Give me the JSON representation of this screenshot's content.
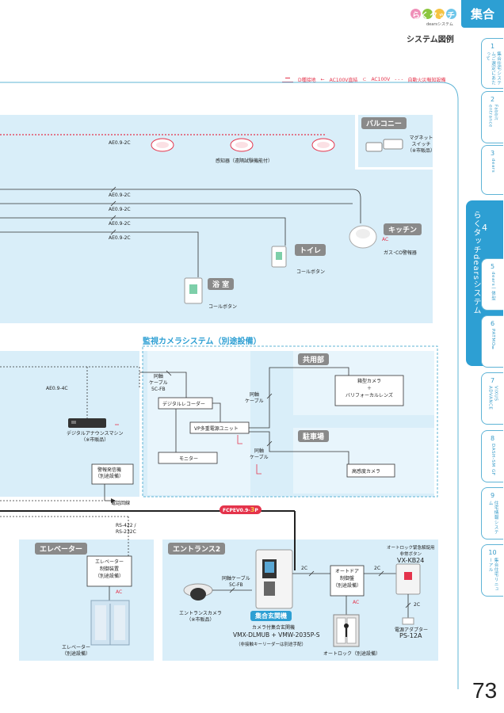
{
  "header": {
    "brand_logo": "らくタッチ",
    "brand_sub": "dearsシステム",
    "section_title": "システム図例",
    "category_tab": "集合"
  },
  "legend": [
    {
      "label": "D種接地",
      "style": "ground",
      "color": "#e4334b"
    },
    {
      "label": "AC100V直結",
      "style": "arrow",
      "color": "#e4334b"
    },
    {
      "label": "AC100V",
      "style": "plug",
      "color": "#e4334b"
    },
    {
      "label": "自動火災報知設備",
      "style": "dashed",
      "color": "#e4334b"
    }
  ],
  "side_tabs": [
    {
      "num": "1",
      "text": "集合住宅システムご選定にあたって",
      "active": false
    },
    {
      "num": "2",
      "text": "Fabbit entrance",
      "active": false
    },
    {
      "num": "3",
      "text": "dears",
      "active": false
    },
    {
      "num": "4",
      "text": "らくタッチdearsシステム",
      "active": true
    },
    {
      "num": "5",
      "text": "dears一体型",
      "active": false
    },
    {
      "num": "6",
      "text": "PATMOⅡ",
      "active": false
    },
    {
      "num": "7",
      "text": "VIXUS ADVANCE",
      "active": false
    },
    {
      "num": "8",
      "text": "DASH-SM GF",
      "active": false
    },
    {
      "num": "9",
      "text": "住宅情報システム",
      "active": false
    },
    {
      "num": "10",
      "text": "集合住宅リニューアル",
      "active": false
    }
  ],
  "zones": {
    "balcony": "バルコニー",
    "kitchen": "キッチン",
    "toilet": "トイレ",
    "bath": "浴 室",
    "camera_system": "監視カメラシステム（別途設備）",
    "common_area": "共用部",
    "parking": "駐車場",
    "elevator": "エレベーター",
    "entrance2": "エントランス2"
  },
  "labels": {
    "ae_top": "AE0.9-2C",
    "ae_1": "AE0.9-2C",
    "ae_2": "AE0.9-2C",
    "ae_3": "AE0.9-2C",
    "ae_4": "AE0.9-2C",
    "ae_4c": "AE0.9-4C",
    "sensor": "感知器（遠隔試験機能付）",
    "magnet_switch": "マグネット\nスイッチ\n（※市販品）",
    "gas_alarm": "ガス･CO警報器",
    "call_button_toilet": "コールボタン",
    "call_button_bath": "コールボタン",
    "ac": "AC",
    "ac_elevator": "AC",
    "ac_door": "AC",
    "coax_cable_top": "同軸\nケーブル\n5C-FB",
    "coax_1": "同軸\nケーブル",
    "coax_2": "同軸\nケーブル",
    "digital_recorder": "デジタルレコーダー",
    "vp_power": "VP多重電源ユニット",
    "monitor": "モニター",
    "box_camera": "箱型カメラ\n＋\nバリフォーカルレンズ",
    "hd_camera": "高感度カメラ",
    "announcer": "デジタルアナウンスマシン\n（※市販品）",
    "alarm_device": "警報発信機\n（別途設備）",
    "phone_line": "電話回線",
    "fcpev": "FCPEV0.9-3P",
    "fcpev_main": "FCPEV0.9-",
    "fcpev_num": "3",
    "fcpev_unit": "P",
    "rs": "RS-422 /\nRS-232C",
    "elevator_ctrl": "エレベーター\n制御装置\n（別途設備）",
    "elevator_cab": "エレベーター\n（別途設備）",
    "coax_5cfb": "同軸ケーブル\n5C-FB",
    "entrance_camera": "エントランスカメラ\n（※市販品）",
    "entrance_unit_badge": "集合玄関機",
    "entrance_unit_desc": "カメラ付集合玄関機",
    "entrance_model": "VMX-DLMUB + VMW-2035P-S",
    "entrance_note": "（非接触キーリーダーは別途手配）",
    "c2_a": "2C",
    "c2_b": "2C",
    "c2_c": "2C",
    "autodoor_ctrl": "オートドア\n制御盤\n（別途設備）",
    "autolock_button": "オートロック緊急解錠用\n非常ボタン",
    "vx_model": "VX-KB24",
    "power_adapter": "電源アダプター",
    "ps_model": "PS-12A",
    "autolock": "オートロック（別途設備）"
  },
  "page_number": "73"
}
